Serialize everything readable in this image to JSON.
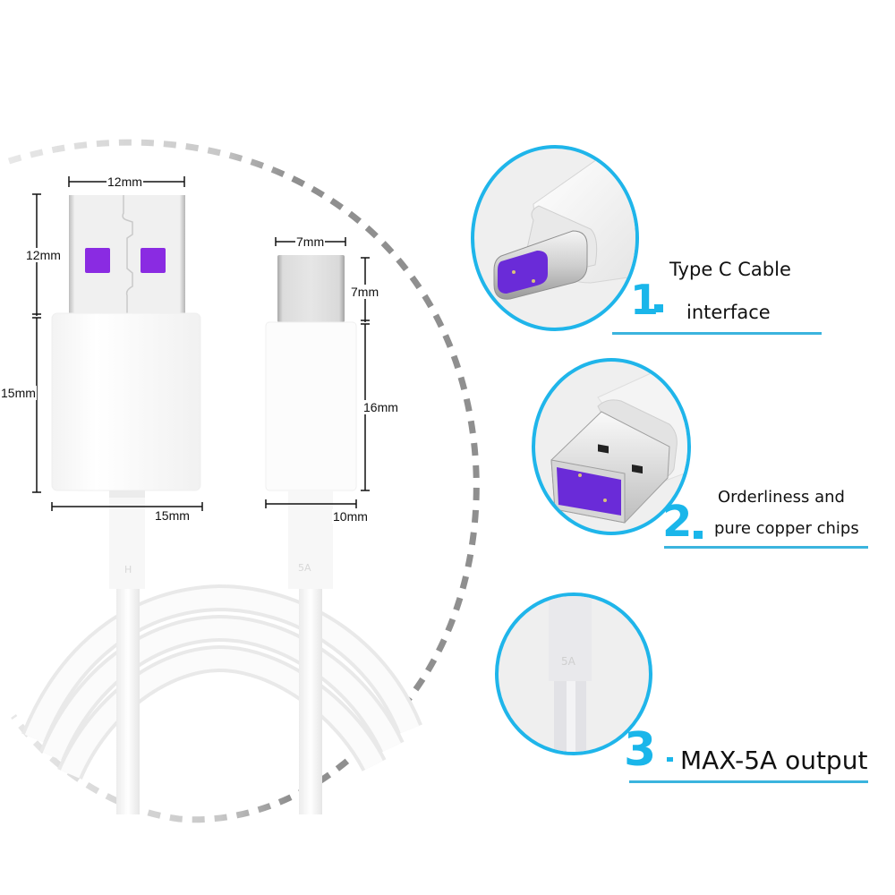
{
  "product": {
    "usb_a_connector": {
      "dimensions": {
        "tip_width": "12mm",
        "tip_height": "12mm",
        "body_height": "15mm",
        "body_width": "15mm"
      },
      "cable_mark": "H"
    },
    "type_c_connector": {
      "dimensions": {
        "tip_width": "7mm",
        "tip_height": "7mm",
        "body_height": "16mm",
        "body_width": "10mm"
      },
      "cable_mark": "5A"
    }
  },
  "features": [
    {
      "number": "1",
      "line1": "Type C Cable",
      "line2": "interface",
      "image": "type-c-plug-closeup"
    },
    {
      "number": "2",
      "line1": "Orderliness and",
      "line2": "pure copper chips",
      "image": "usb-a-plug-closeup"
    },
    {
      "number": "3",
      "line1": "MAX-5A output",
      "image": "cable-5a-marking-closeup",
      "image_mark": "5A"
    }
  ],
  "colors": {
    "accent": "#1fb5ea",
    "underline": "#3bb4de",
    "usb_contact_purple": "#8a2be2",
    "dashed_arc": "#8f8f8f"
  }
}
